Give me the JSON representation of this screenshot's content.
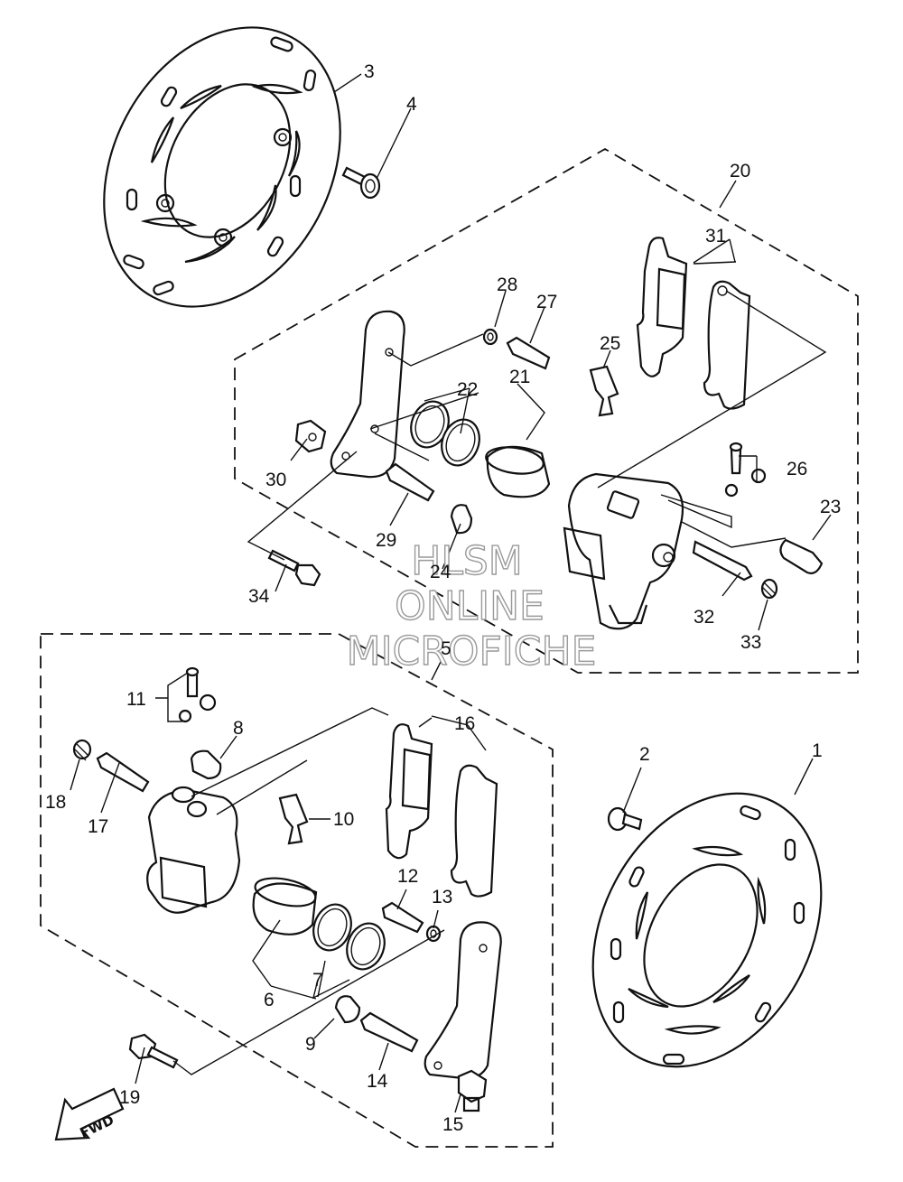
{
  "watermark": {
    "line1": "HLSM",
    "line2": "ONLINE",
    "line3": "MICROFICHE"
  },
  "fwd_label": "FWD",
  "callouts": {
    "p1": "1",
    "p2": "2",
    "p3": "3",
    "p4": "4",
    "p5": "5",
    "p6": "6",
    "p7": "7",
    "p8": "8",
    "p9": "9",
    "p10": "10",
    "p11": "11",
    "p12": "12",
    "p13": "13",
    "p14": "14",
    "p15": "15",
    "p16": "16",
    "p17": "17",
    "p18": "18",
    "p19": "19",
    "p20": "20",
    "p21": "21",
    "p22": "22",
    "p23": "23",
    "p24": "24",
    "p25": "25",
    "p26": "26",
    "p27": "27",
    "p28": "28",
    "p29": "29",
    "p30": "30",
    "p31": "31",
    "p32": "32",
    "p33": "33",
    "p34": "34"
  }
}
